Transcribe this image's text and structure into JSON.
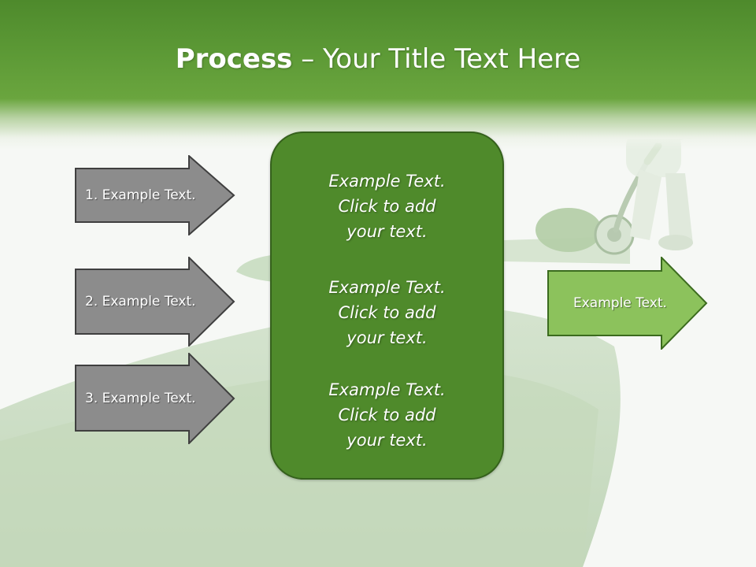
{
  "title": {
    "bold": "Process",
    "rest": " – Your Title Text Here"
  },
  "left_arrows": [
    {
      "label": "1. Example Text."
    },
    {
      "label": "2. Example Text."
    },
    {
      "label": "3. Example Text."
    }
  ],
  "center_box": {
    "blocks": [
      {
        "lines": [
          "Example Text.",
          "Click  to add",
          "your text."
        ]
      },
      {
        "lines": [
          "Example Text.",
          "Click  to add",
          "your text."
        ]
      },
      {
        "lines": [
          "Example Text.",
          "Click  to add",
          "your text."
        ]
      }
    ]
  },
  "right_arrow": {
    "label": "Example Text."
  },
  "colors": {
    "header_green": "#5d9a36",
    "box_green": "#4f8a2b",
    "gray_arrow": "#8c8c8c",
    "light_green_arrow": "#8cc25c"
  }
}
